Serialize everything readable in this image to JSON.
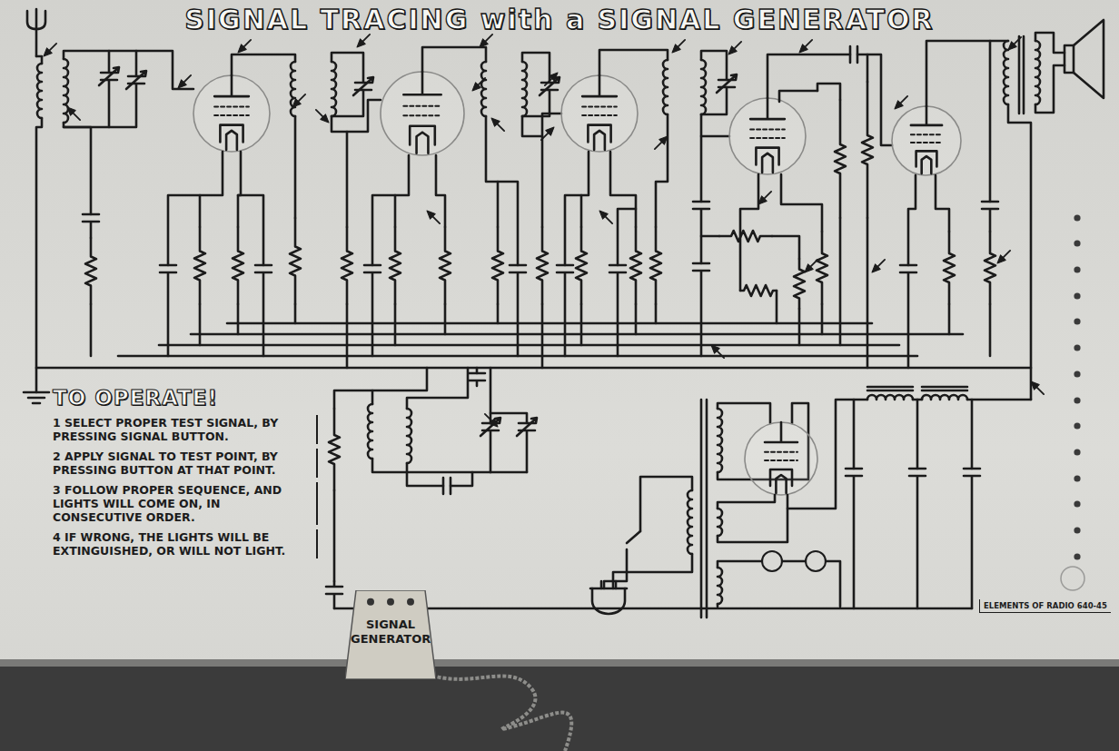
{
  "diagram": {
    "title": "SIGNAL TRACING with a SIGNAL GENERATOR",
    "nodes": [
      {
        "text": [
          "TO OPERATE!",
          "1 SELECT PROPER TEST SIGNAL, BY PRESSING SIGNAL BUTTON.",
          "2 APPLY SIGNAL TO TEST POINT, BY PRESSING BUTTON AT THAT POINT.",
          "3 FOLLOW PROPER SEQUENCE, AND LIGHTS WILL COME ON, IN CONSECUTIVE ORDER.",
          "4 IF WRONG, THE LIGHTS WILL BE EXTINGUISHED, OR WILL NOT LIGHT."
        ]
      },
      {
        "text": [
          "SIGNAL GENERATOR"
        ]
      }
    ],
    "labels": [
      "ELEMENTS OF RADIO 640-45"
    ]
  }
}
